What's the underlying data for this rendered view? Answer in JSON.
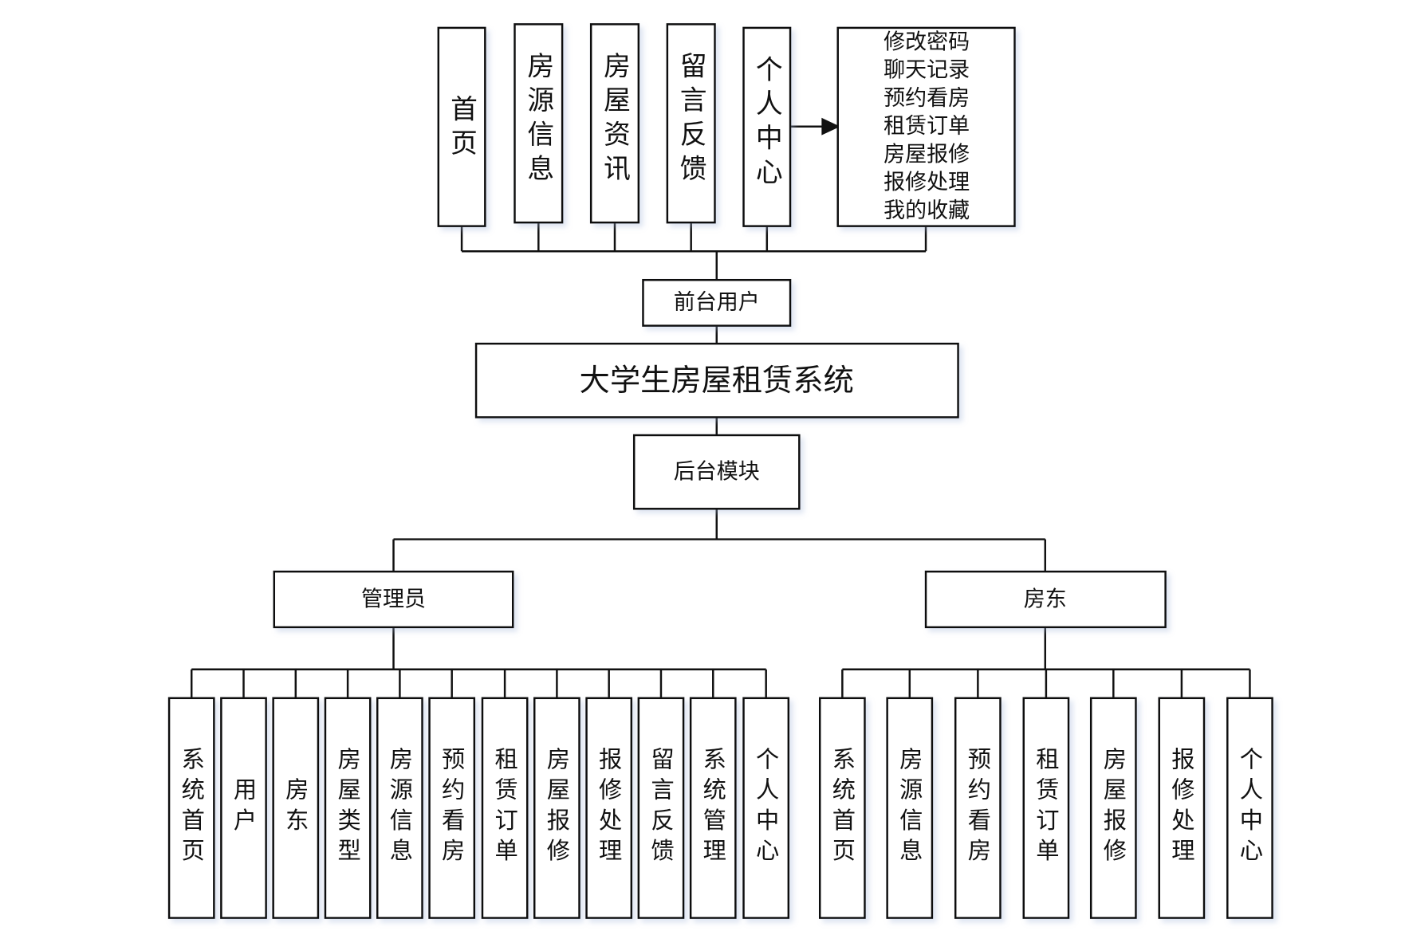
{
  "title": "大学生房屋租赁系统",
  "frontend": {
    "label": "前台用户",
    "modules": [
      "首页",
      "房源信息",
      "房屋资讯",
      "留言反馈",
      "个人中心"
    ],
    "personal_center_items": [
      "修改密码",
      "聊天记录",
      "预约看房",
      "租赁订单",
      "房屋报修",
      "报修处理",
      "我的收藏"
    ]
  },
  "backend": {
    "label": "后台模块",
    "admin": {
      "label": "管理员",
      "modules": [
        "系统首页",
        "用户",
        "房东",
        "房屋类型",
        "房源信息",
        "预约看房",
        "租赁订单",
        "房屋报修",
        "报修处理",
        "留言反馈",
        "系统管理",
        "个人中心"
      ]
    },
    "landlord": {
      "label": "房东",
      "modules": [
        "系统首页",
        "房源信息",
        "预约看房",
        "租赁订单",
        "房屋报修",
        "报修处理",
        "个人中心"
      ]
    }
  }
}
